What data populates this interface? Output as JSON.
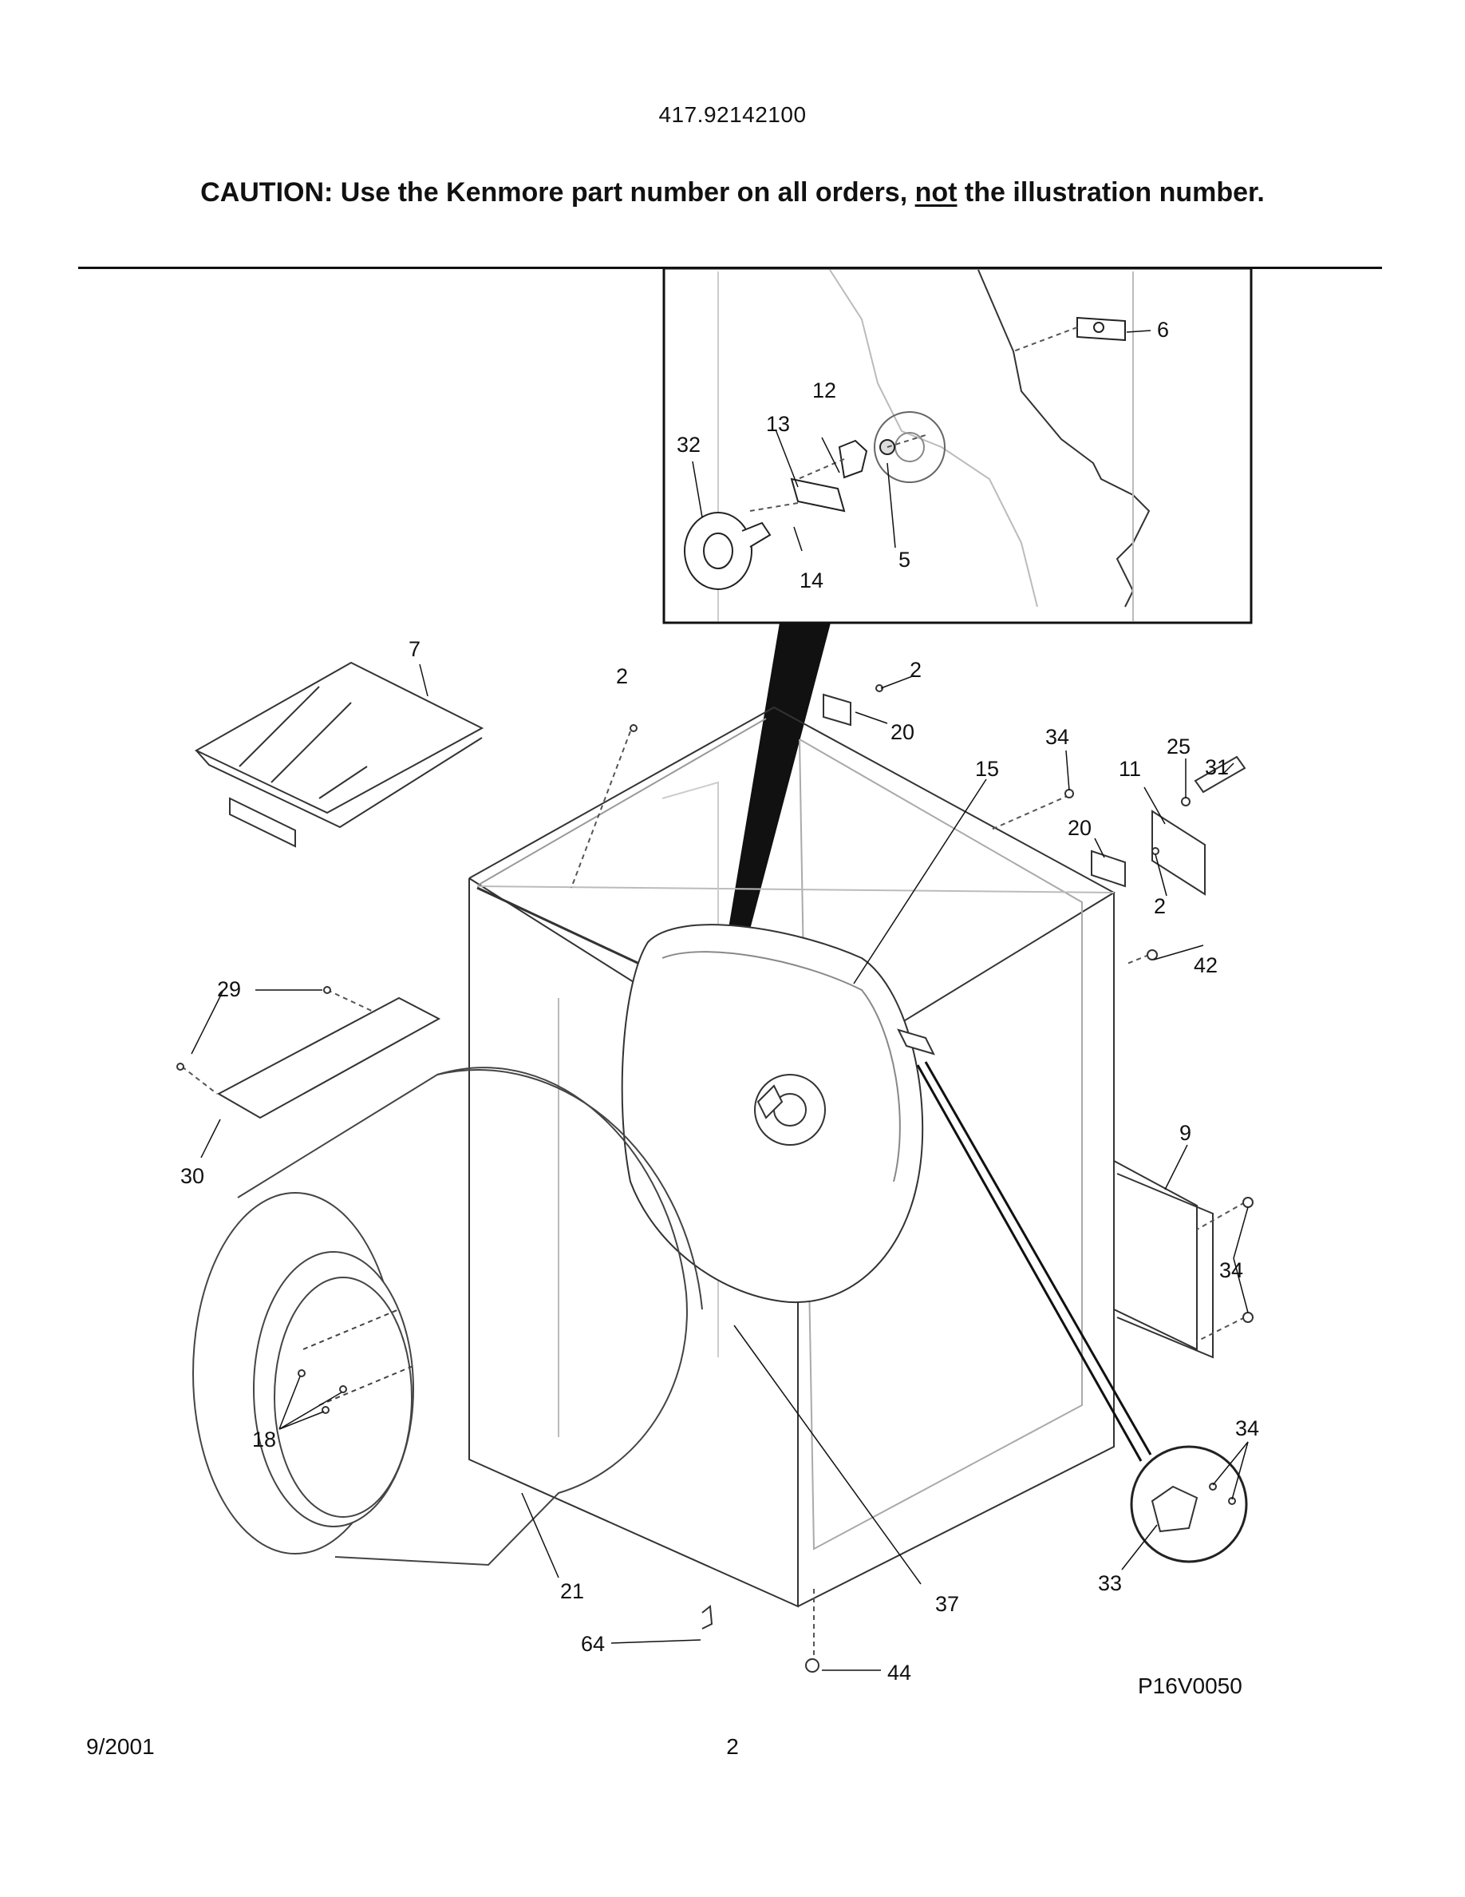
{
  "header": {
    "model_number": "417.92142100",
    "caution_prefix": "CAUTION: Use the Kenmore part number on all orders, ",
    "caution_emphasis": "not",
    "caution_suffix": " the illustration number."
  },
  "callouts": {
    "c6": "6",
    "c12": "12",
    "c13": "13",
    "c32": "32",
    "c14": "14",
    "c5": "5",
    "c7": "7",
    "c2a": "2",
    "c2b": "2",
    "c20a": "20",
    "c34a": "34",
    "c15": "15",
    "c25": "25",
    "c11": "11",
    "c31": "31",
    "c20b": "20",
    "c2c": "2",
    "c42": "42",
    "c29": "29",
    "c30": "30",
    "c9": "9",
    "c34b": "34",
    "c18": "18",
    "c34c": "34",
    "c21": "21",
    "c33": "33",
    "c37": "37",
    "c64": "64",
    "c44": "44"
  },
  "footer": {
    "drawing_code": "P16V0050",
    "date": "9/2001",
    "page_number": "2"
  }
}
